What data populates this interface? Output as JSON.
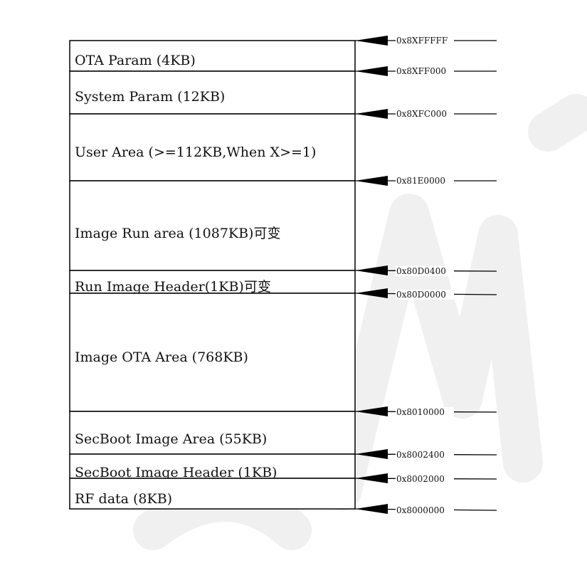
{
  "memory_map": {
    "regions": [
      {
        "label": "OTA Param  (4KB)"
      },
      {
        "label": "System Param (12KB)"
      },
      {
        "label": "User Area (>=112KB,When X>=1)"
      },
      {
        "label": "Image Run area (1087KB)可变"
      },
      {
        "label": "Run Image Header(1KB)可变"
      },
      {
        "label": "Image OTA Area (768KB)"
      },
      {
        "label": "SecBoot Image Area (55KB)"
      },
      {
        "label": "SecBoot Image Header (1KB)"
      },
      {
        "label": "RF data (8KB)"
      }
    ],
    "addresses": [
      {
        "label": "0x8XFFFFF"
      },
      {
        "label": "0x8XFF000"
      },
      {
        "label": "0x8XFC000"
      },
      {
        "label": "0x81E0000"
      },
      {
        "label": "0x80D0400"
      },
      {
        "label": "0x80D0000"
      },
      {
        "label": "0x8010000"
      },
      {
        "label": "0x8002400"
      },
      {
        "label": "0x8002000"
      },
      {
        "label": "0x8000000"
      }
    ]
  },
  "colors": {
    "border": "#000000",
    "text": "#111111",
    "watermark": "#f0f0f0"
  }
}
